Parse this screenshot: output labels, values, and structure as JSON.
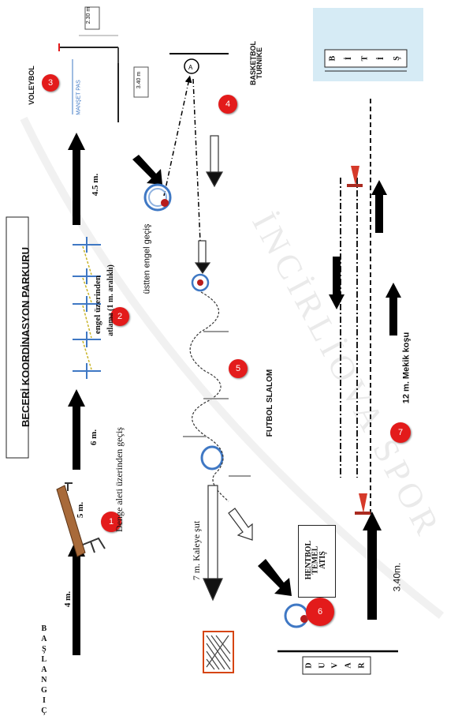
{
  "title": "BECERİ KOORDİNASYON PARKURU",
  "start_letters": [
    "B",
    "A",
    "Ş",
    "L",
    "A",
    "N",
    "G",
    "I",
    "Ç"
  ],
  "finish_letters": [
    "B",
    "İ",
    "T",
    "İ",
    "Ş"
  ],
  "wall_letters": [
    "D",
    "U",
    "V",
    "A",
    "R"
  ],
  "stations": [
    {
      "num": "1",
      "label": "Denge aleti üzerinden geçiş"
    },
    {
      "num": "2",
      "label": "engel üzerinden atlama (1 m. aralıklı)"
    },
    {
      "num": "3",
      "label": "VOLEYBOL"
    },
    {
      "num": "4",
      "label": "BASKETBOL TURNİKE"
    },
    {
      "num": "5",
      "label": "FUTBOL SLALOM"
    },
    {
      "num": "6",
      "label": "HENTBOL TEMEL ATIŞ"
    },
    {
      "num": "7",
      "label": "12 m. Mekik koşu"
    }
  ],
  "labels": {
    "engel_line1": "engel üzerinden",
    "engel_line2": "atlama (1 m. aralıklı)",
    "usten_engel": "üstten engel geçiş",
    "manset_pas": "MANŞET PAS",
    "kaleye_sut": "7 m. Kaleye şut",
    "hentbol_1": "HENTBOL",
    "hentbol_2": "TEMEL",
    "hentbol_3": "ATIŞ",
    "basketbol_1": "BASKETBOL",
    "basketbol_2": "TURNİKE"
  },
  "distances": {
    "d4m": "4 m.",
    "d5m": "5 m.",
    "d6m": "6 m.",
    "d45m": "4.5 m.",
    "d230": "2.30 m",
    "d340": "3.40 m",
    "d340b": "3.40m."
  },
  "watermark": "İNCİRLİOVA SPOR",
  "colors": {
    "red": "#e31b1b",
    "blue": "#3f78c4",
    "finish_bg": "#d6ebf5"
  }
}
